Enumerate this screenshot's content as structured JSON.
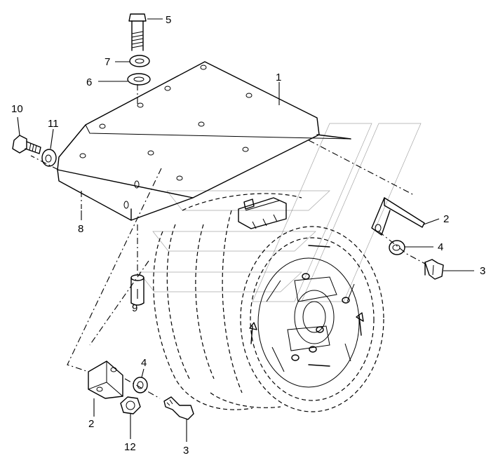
{
  "callouts": [
    {
      "id": "c1",
      "label": "1"
    },
    {
      "id": "c2a",
      "label": "2"
    },
    {
      "id": "c2b",
      "label": "2"
    },
    {
      "id": "c3a",
      "label": "3"
    },
    {
      "id": "c3b",
      "label": "3"
    },
    {
      "id": "c4a",
      "label": "4"
    },
    {
      "id": "c4b",
      "label": "4"
    },
    {
      "id": "c5",
      "label": "5"
    },
    {
      "id": "c6",
      "label": "6"
    },
    {
      "id": "c7",
      "label": "7"
    },
    {
      "id": "c8",
      "label": "8"
    },
    {
      "id": "c9",
      "label": "9"
    },
    {
      "id": "c10",
      "label": "10"
    },
    {
      "id": "c11",
      "label": "11"
    },
    {
      "id": "c12",
      "label": "12"
    }
  ]
}
